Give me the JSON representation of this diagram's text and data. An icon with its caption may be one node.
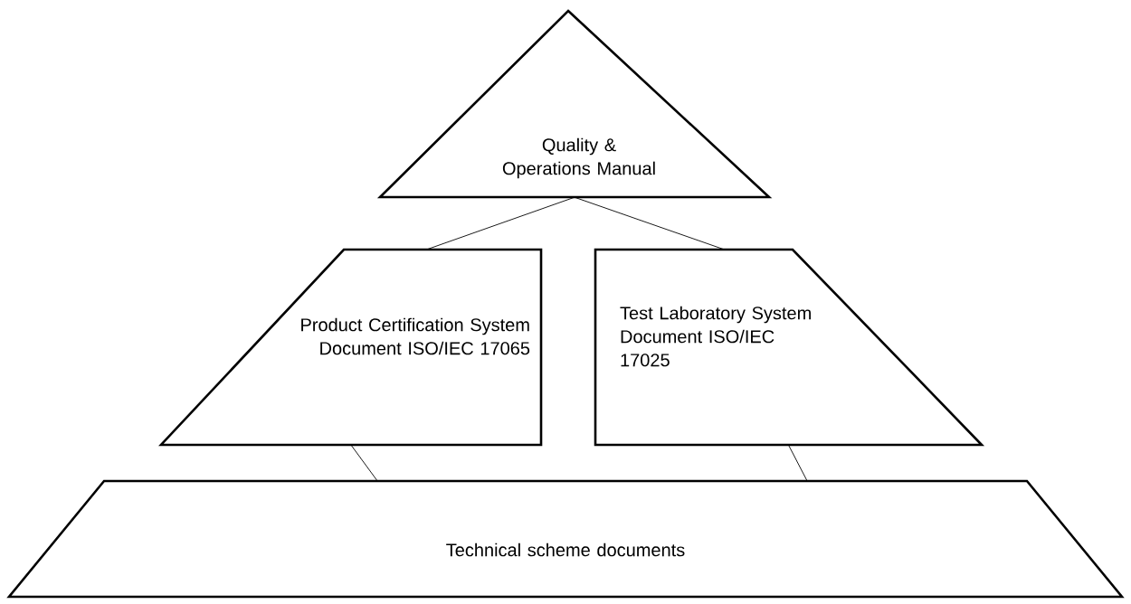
{
  "diagram": {
    "nodes": [
      {
        "text": [
          "Quality & Operations Manual"
        ]
      },
      {
        "text": [
          "Product Certification System Document ISO/IEC 17065"
        ]
      },
      {
        "text": [
          "Test Laboratory System Document ISO/IEC 17025"
        ]
      },
      {
        "text": [
          "Technical scheme documents"
        ]
      }
    ],
    "edges": [
      {
        "from": 0,
        "to": 1,
        "arrow": "none"
      },
      {
        "from": 0,
        "to": 2,
        "arrow": "none"
      },
      {
        "from": 1,
        "to": 3,
        "arrow": "none"
      },
      {
        "from": 2,
        "to": 3,
        "arrow": "none"
      }
    ]
  }
}
